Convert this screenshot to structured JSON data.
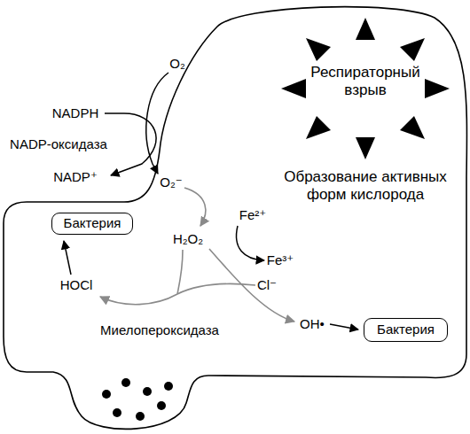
{
  "diagram": {
    "nodes": [
      {
        "text": [
          "Бактерия"
        ]
      },
      {
        "text": [
          "Бактерия"
        ]
      }
    ],
    "labels": [
      "Респираторный взрыв",
      "NADPH",
      "O₂",
      "NADP-оксидаза",
      "NADP⁺",
      "O₂⁻",
      "Образование активных форм кислорода",
      "H₂O₂",
      "Fe²⁺",
      "HOCl",
      "Cl⁻",
      "Fe³⁺",
      "Миелопероксидаза",
      "OH•"
    ]
  }
}
